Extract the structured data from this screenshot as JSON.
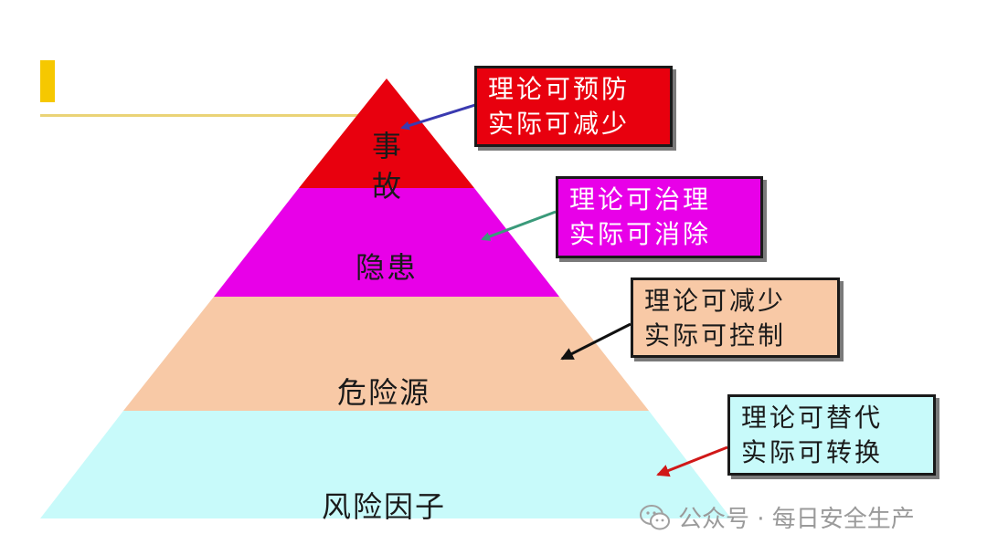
{
  "pyramid": {
    "layers": [
      {
        "label": "事故",
        "color": "#e8000e"
      },
      {
        "label": "隐患",
        "color": "#e800e8"
      },
      {
        "label": "危险源",
        "color": "#f8c9a6"
      },
      {
        "label": "风险因子",
        "color": "#c8fafa"
      }
    ]
  },
  "notes": [
    {
      "line1": "理论可预防",
      "line2": "实际可减少",
      "bg": "#e8000e",
      "text_color": "#ffffff",
      "arrow_color": "#3a3ab0"
    },
    {
      "line1": "理论可治理",
      "line2": "实际可消除",
      "bg": "#e800e8",
      "text_color": "#ffffff",
      "arrow_color": "#3a9a7a"
    },
    {
      "line1": "理论可减少",
      "line2": "实际可控制",
      "bg": "#f8c9a6",
      "text_color": "#1a1a1a",
      "arrow_color": "#111111"
    },
    {
      "line1": "理论可替代",
      "line2": "实际可转换",
      "bg": "#c8fafa",
      "text_color": "#1a1a1a",
      "arrow_color": "#d01818"
    }
  ],
  "watermark": {
    "text": "公众号 · 每日安全生产",
    "icon": "wechat-icon"
  },
  "accent_color": "#f6c800"
}
